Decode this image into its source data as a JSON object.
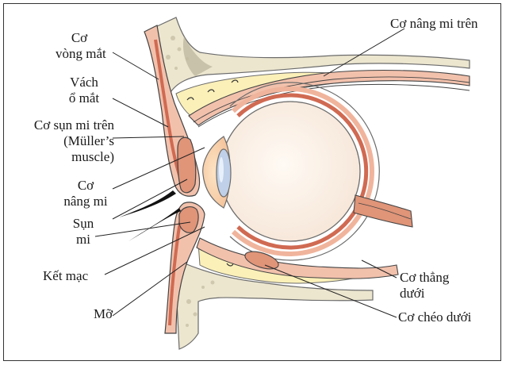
{
  "labels": {
    "orbicularis_l1": "Cơ",
    "orbicularis_l2": "vòng mắt",
    "septum_l1": "Vách",
    "septum_l2": "ổ mắt",
    "muller_l1": "Cơ sụn mi trên",
    "muller_l2": "(Müller’s",
    "muller_l3": "muscle)",
    "levator_l1": "Cơ",
    "levator_l2": "nâng mi",
    "tarsus_l1": "Sụn",
    "tarsus_l2": "mi",
    "conjunctiva": "Kết mạc",
    "fat": "Mỡ",
    "levator_upper": "Cơ nâng mi trên",
    "inferior_rectus_l1": "Cơ thẳng",
    "inferior_rectus_l2": "dưới",
    "inferior_oblique": "Cơ chéo dưới"
  },
  "colors": {
    "skin": "#f2c1ac",
    "muscle": "#e09478",
    "muscle_dark": "#c8563c",
    "bone": "#ece6cf",
    "fat": "#fbf0b8",
    "sclera": "#fdf4ec",
    "lens": "#bfd0e8",
    "line": "#222222"
  }
}
